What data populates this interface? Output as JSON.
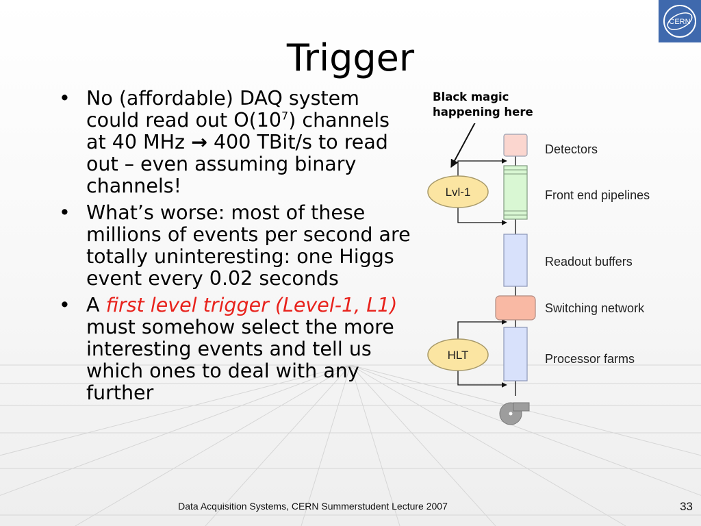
{
  "slide": {
    "title": "Trigger",
    "bullet_symbol": "•",
    "bullets": [
      {
        "text_a": "No (affordable) DAQ system could read out O(10",
        "sup": "7",
        "text_b": ") channels at 40 MHz ",
        "arrow": "→",
        "text_c": " 400 TBit/s to read out – even assuming binary channels!"
      },
      {
        "text": " What’s worse: most of these millions of events per second are totally uninteresting: one Higgs event every 0.02 seconds"
      },
      {
        "text_a": "A ",
        "highlight": "first level trigger (Level-1, L1)",
        "text_b": " must somehow select the more interesting events and tell us which ones to deal with any further"
      }
    ]
  },
  "annotation": {
    "line1": "Black magic",
    "line2": "happening here"
  },
  "diagram": {
    "stages": [
      "Detectors",
      "Front  end pipelines",
      "Readout buffers",
      "Switching network",
      "Processor farms"
    ],
    "nodes": [
      "Lvl-1",
      "HLT"
    ]
  },
  "footer": {
    "text": "Data Acquisition Systems, CERN Summerstudent Lecture 2007",
    "page_number": "33"
  },
  "logo": {
    "text": "CERN",
    "icon": "cern-logo"
  },
  "colors": {
    "highlight_red": "#e8221c",
    "detector_fill": "#fbd6cf",
    "pipeline_fill": "#d9f7d3",
    "buffer_fill": "#d8e1fb",
    "switch_fill": "#f9b9a4",
    "node_fill": "#fbe5a2",
    "logo_blue": "#3f69ad"
  }
}
